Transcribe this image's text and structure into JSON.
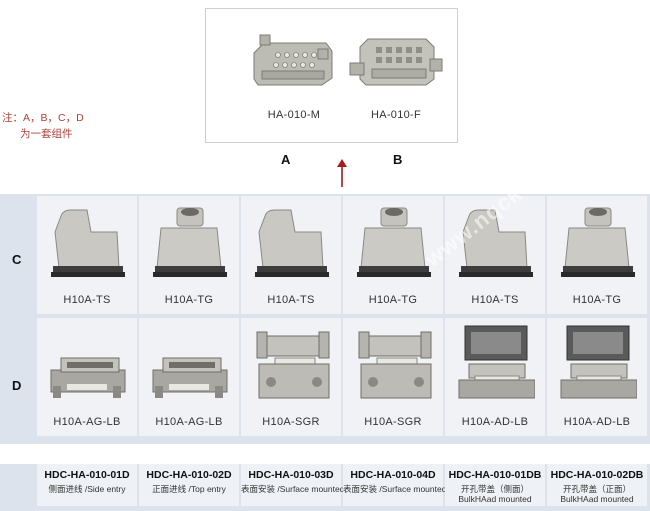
{
  "top": {
    "products": [
      {
        "code": "HA-010-M",
        "icon": "male-insert-icon"
      },
      {
        "code": "HA-010-F",
        "icon": "female-insert-icon"
      }
    ],
    "letters": [
      "A",
      "B"
    ]
  },
  "note": {
    "line1": "注：A，B，C，D",
    "line2": "为一套组件"
  },
  "rows": {
    "c": "C",
    "d": "D"
  },
  "hoods": [
    "H10A-TS",
    "H10A-TG",
    "H10A-TS",
    "H10A-TG",
    "H10A-TS",
    "H10A-TG"
  ],
  "housings": [
    "H10A-AG-LB",
    "H10A-AG-LB",
    "H10A-SGR",
    "H10A-SGR",
    "H10A-AD-LB",
    "H10A-AD-LB"
  ],
  "sets": [
    {
      "code": "HDC-HA-010-01D",
      "desc": "侧面进线 /Side entry"
    },
    {
      "code": "HDC-HA-010-02D",
      "desc": "正面进线 /Top entry"
    },
    {
      "code": "HDC-HA-010-03D",
      "desc": "表面安装 /Surface mounted"
    },
    {
      "code": "HDC-HA-010-04D",
      "desc": "表面安装 /Surface mounted"
    },
    {
      "code": "HDC-HA-010-01DB",
      "desc": "开孔带盖（侧面）",
      "desc2": "BulkHAad mounted"
    },
    {
      "code": "HDC-HA-010-02DB",
      "desc": "开孔带盖（正面）",
      "desc2": "BulkHAad mounted"
    }
  ],
  "watermark": "www.nqckelc.com",
  "colors": {
    "panel": "#dde3ec",
    "cell": "#f0f2f5",
    "note": "#b0403a",
    "arrow": "#a0201c"
  }
}
